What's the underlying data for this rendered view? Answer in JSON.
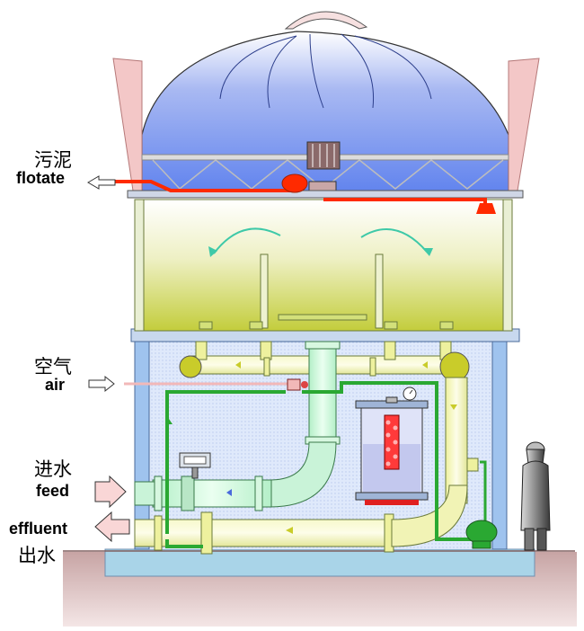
{
  "labels": {
    "sludge_zh": "污泥",
    "sludge_en": "flotate",
    "air_zh": "空气",
    "air_en": "air",
    "feed_zh": "进水",
    "feed_en": "feed",
    "effluent_en": "effluent",
    "effluent_zh": "出水"
  },
  "colors": {
    "dome_blue": "#6f8ff0",
    "liquid_yellow": "#c9d24a",
    "frame_blue": "#9fc3ee",
    "pipe_yellow": "#f1f3b5",
    "pipe_green": "#c9f3d8",
    "recycle_line": "#2aa832",
    "sludge_line": "#ff2a00",
    "ground": "#c9a3a3",
    "base": "#a9d4e8"
  },
  "icons": [
    "arrow-left-icon",
    "arrow-right-icon",
    "operator-figure-icon",
    "pressure-gauge-icon",
    "flow-meter-icon",
    "pump-icon"
  ]
}
